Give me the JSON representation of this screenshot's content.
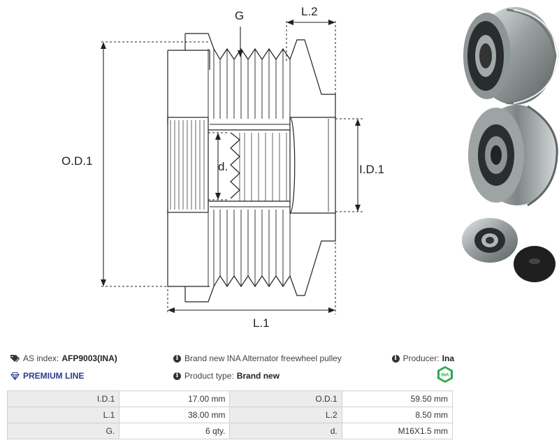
{
  "diagram": {
    "labels": {
      "g": "G",
      "l2": "L.2",
      "od1": "O.D.1",
      "d": "d.",
      "id1": "I.D.1",
      "l1": "L.1"
    }
  },
  "info": {
    "as_index_label": "AS index:",
    "as_index_value": "AFP9003(INA)",
    "description": "Brand new INA Alternator freewheel pulley",
    "producer_label": "Producer:",
    "producer_value": "Ina",
    "premium_line": "PREMIUM LINE",
    "product_type_label": "Product type:",
    "product_type_value": "Brand new",
    "brand_logo_text": "INA"
  },
  "specs": [
    {
      "k1": "I.D.1",
      "v1": "17.00 mm",
      "k2": "O.D.1",
      "v2": "59.50 mm"
    },
    {
      "k1": "L.1",
      "v1": "38.00 mm",
      "k2": "L.2",
      "v2": "8.50 mm"
    },
    {
      "k1": "G.",
      "v1": "6 qty.",
      "k2": "d.",
      "v2": "M16X1.5 mm"
    }
  ],
  "icons": {
    "tags": "tags-icon",
    "info": "info-icon",
    "diamond": "diamond-icon",
    "brand": "ina-logo"
  },
  "colors": {
    "premium": "#2a3c8f",
    "logo_green": "#2aa84a"
  }
}
